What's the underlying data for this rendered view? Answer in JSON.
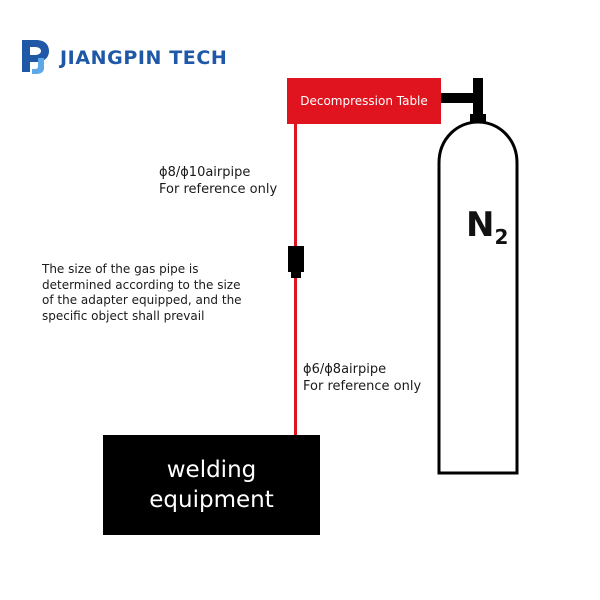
{
  "logo": {
    "brand": "JIANGPIN TECH",
    "mark": "PJ",
    "color": "#1f58a6"
  },
  "decompression": {
    "label": "Decompression Table",
    "color": "#e0141e"
  },
  "pipe_top": {
    "line1": "ϕ8/ϕ10airpipe",
    "line2": "For reference only"
  },
  "pipe_bottom": {
    "line1": "ϕ6/ϕ8airpipe",
    "line2": "For reference only"
  },
  "note": {
    "lines": [
      "The size of the gas pipe is",
      "determined according to the size",
      "of the adapter equipped, and the",
      "specific object shall prevail"
    ]
  },
  "cylinder": {
    "symbol": "N",
    "subscript": "2"
  },
  "welding": {
    "label": "welding\nequipment"
  }
}
